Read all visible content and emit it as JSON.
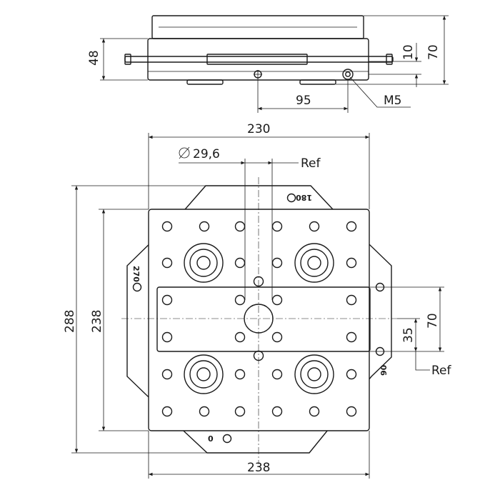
{
  "side_view": {
    "dim_height_48": "48",
    "dim_10": "10",
    "dim_70": "70",
    "dim_95": "95",
    "thread": "M5"
  },
  "top_view": {
    "dim_width_230": "230",
    "dim_diameter": "29,6",
    "ref_top": "Ref",
    "ref_right": "Ref",
    "dim_height_288": "288",
    "dim_height_238": "238",
    "dim_width_238": "238",
    "dim_70": "70",
    "dim_35": "35",
    "marks": {
      "m180": "180",
      "m270": "270",
      "m90": "90",
      "m0": "0"
    }
  }
}
